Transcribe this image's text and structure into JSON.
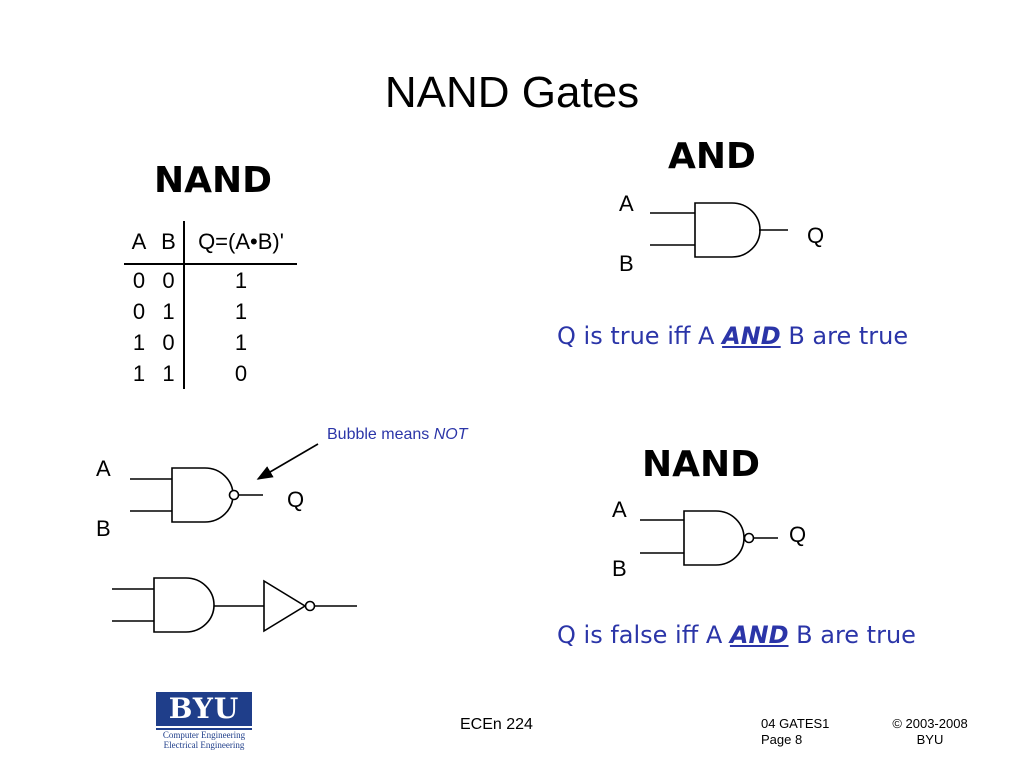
{
  "slide": {
    "title": "NAND Gates",
    "nand_heading": "NAND",
    "and_heading": "AND",
    "nand_heading_2": "NAND",
    "truth_table": {
      "headers": [
        "A",
        "B",
        "Q=(A•B)'"
      ],
      "rows": [
        [
          "0",
          "0",
          "1"
        ],
        [
          "0",
          "1",
          "1"
        ],
        [
          "1",
          "0",
          "1"
        ],
        [
          "1",
          "1",
          "0"
        ]
      ]
    },
    "and_gate": {
      "input_a": "A",
      "input_b": "B",
      "output": "Q"
    },
    "nand_gate_left": {
      "input_a": "A",
      "input_b": "B",
      "output": "Q"
    },
    "nand_gate_right": {
      "input_a": "A",
      "input_b": "B",
      "output": "Q"
    },
    "annotation": {
      "text": "Bubble means ",
      "emphasis": "NOT"
    },
    "and_statement": {
      "pre": "Q is true iff A ",
      "emphasis": "AND",
      "post": " B are true"
    },
    "nand_statement": {
      "pre": "Q is false iff A ",
      "emphasis": "AND",
      "post": " B are true"
    }
  },
  "footer": {
    "logo_text": "BYU",
    "logo_line1": "Computer Engineering",
    "logo_line2": "Electrical Engineering",
    "course": "ECEn 224",
    "deck": "04 GATES1",
    "page": "Page 8",
    "copyright": "© 2003-2008",
    "org": "BYU",
    "brand_color": "#1f3e8a"
  }
}
